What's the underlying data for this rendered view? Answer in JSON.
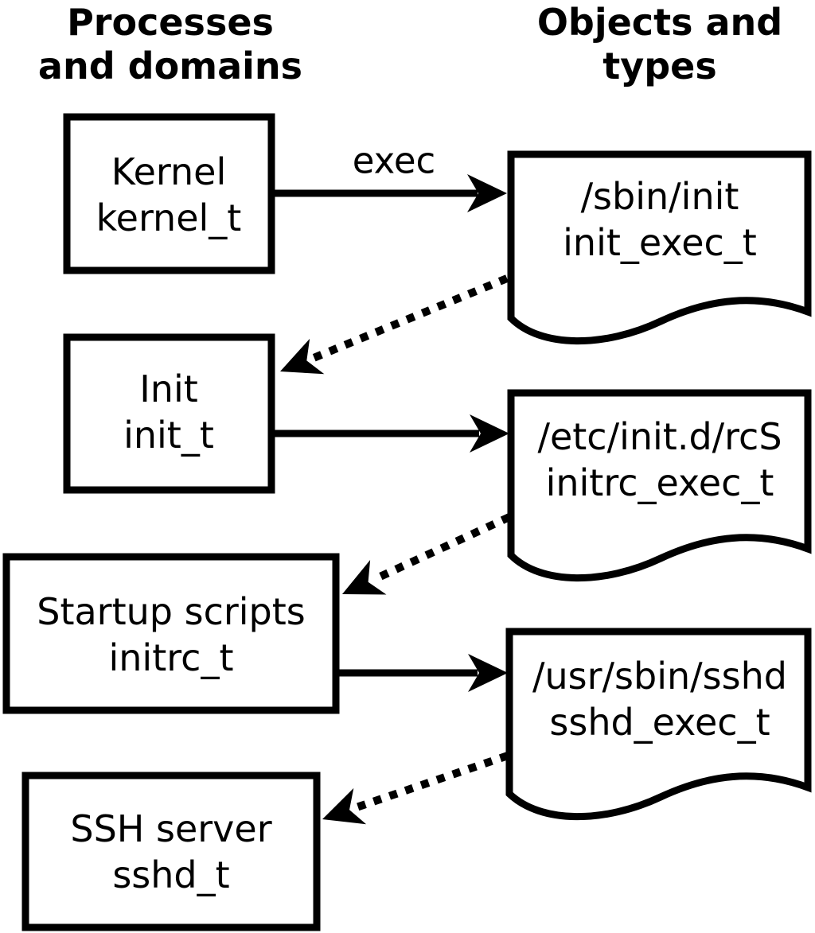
{
  "colors": {
    "ink": "#000000",
    "background": "#ffffff"
  },
  "headers": {
    "processes": {
      "line1": "Processes",
      "line2": "and domains"
    },
    "objects": {
      "line1": "Objects and",
      "line2": "types"
    }
  },
  "process_boxes": [
    {
      "name": "Kernel",
      "type": "kernel_t"
    },
    {
      "name": "Init",
      "type": "init_t"
    },
    {
      "name": "Startup scripts",
      "type": "initrc_t"
    },
    {
      "name": "SSH server",
      "type": "sshd_t"
    }
  ],
  "object_docs": [
    {
      "path": "/sbin/init",
      "type": "init_exec_t"
    },
    {
      "path": "/etc/init.d/rcS",
      "type": "initrc_exec_t"
    },
    {
      "path": "/usr/sbin/sshd",
      "type": "sshd_exec_t"
    }
  ],
  "edges": {
    "exec_label": "exec",
    "solid": [
      {
        "from": "kernel_t",
        "to": "/sbin/init"
      },
      {
        "from": "init_t",
        "to": "/etc/init.d/rcS"
      },
      {
        "from": "initrc_t",
        "to": "/usr/sbin/sshd"
      }
    ],
    "dotted": [
      {
        "from": "/sbin/init",
        "to": "init_t"
      },
      {
        "from": "/etc/init.d/rcS",
        "to": "initrc_t"
      },
      {
        "from": "/usr/sbin/sshd",
        "to": "sshd_t"
      }
    ]
  }
}
